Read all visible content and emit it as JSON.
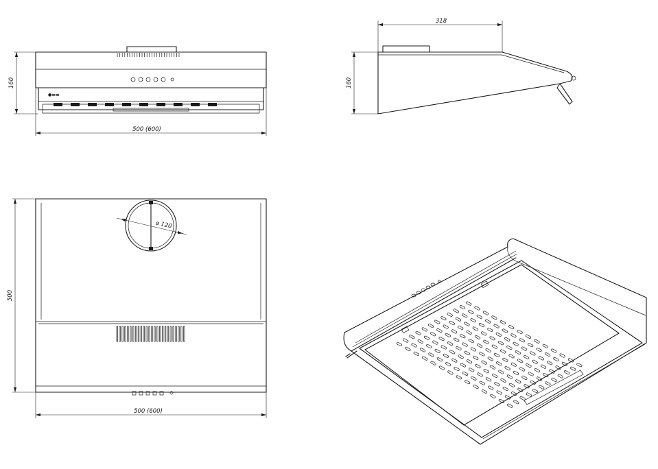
{
  "drawing": {
    "front_view": {
      "width_label": "500 (600)",
      "height_label": "160"
    },
    "side_view": {
      "depth_label": "318",
      "height_label": "160"
    },
    "top_view": {
      "width_label": "500 (600)",
      "depth_label": "500",
      "duct_label": "120"
    }
  }
}
